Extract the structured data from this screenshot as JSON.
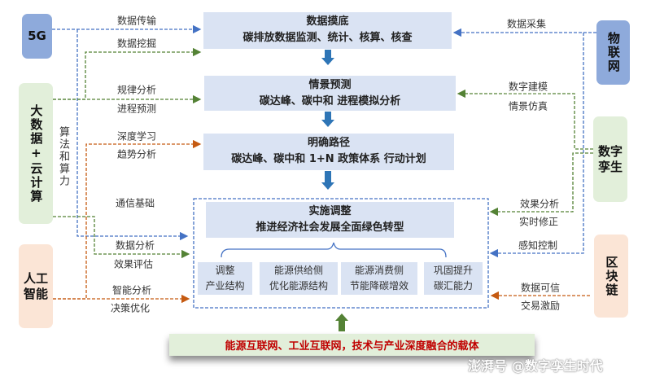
{
  "tech": {
    "g5": "5G",
    "bigdata": "大数据+云计算",
    "algo": "算法和算力",
    "ai": "人工智能",
    "iot": "物联网",
    "twin": "数字孪生",
    "chain": "区块链"
  },
  "stages": [
    {
      "title": "数据摸底",
      "subtitle": "碳排放数据监测、统计、核算、核查"
    },
    {
      "title": "情景预测",
      "subtitle": "碳达峰、碳中和 进程模拟分析"
    },
    {
      "title": "明确路径",
      "subtitle": "碳达峰、碳中和 1+N 政策体系 行动计划"
    },
    {
      "title": "实施调整",
      "subtitle": "推进经济社会发展全面绿色转型"
    }
  ],
  "actions": [
    {
      "line1": "调整",
      "line2": "产业结构"
    },
    {
      "line1": "能源供给侧",
      "line2": "优化能源结构"
    },
    {
      "line1": "能源消费侧",
      "line2": "节能降碳增效"
    },
    {
      "line1": "巩固提升",
      "line2": "碳汇能力"
    }
  ],
  "left_labels": [
    "数据传输",
    "数据挖掘",
    "规律分析",
    "进程预测",
    "深度学习",
    "趋势分析",
    "通信基础",
    "数据分析",
    "效果评估",
    "智能分析",
    "决策优化"
  ],
  "right_labels": [
    "数据采集",
    "数字建模",
    "情景仿真",
    "效果分析",
    "实时修正",
    "感知控制",
    "数据可信",
    "交易激励"
  ],
  "banner": "能源互联网、工业互联网，技术与产业深度融合的载体",
  "watermark": "澎湃号 @数字孪生时代",
  "colors": {
    "blue_line": "#4472c4",
    "green_line": "#548235",
    "orange_line": "#c55a11",
    "box": "#dae3f3",
    "arrow": "#2e75b6",
    "banner_text": "#c00000"
  }
}
